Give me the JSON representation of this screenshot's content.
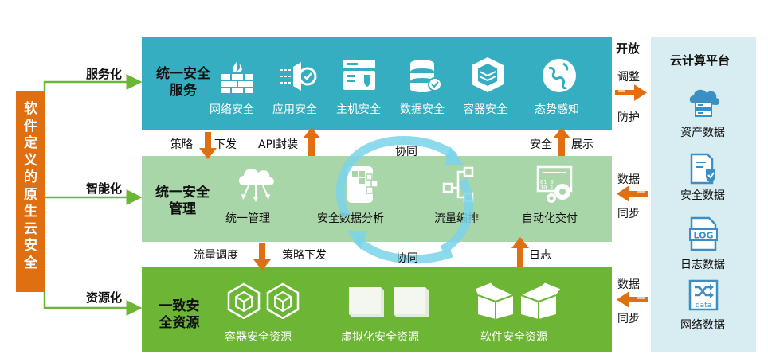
{
  "left": {
    "text": "软件定义的原生云安全"
  },
  "connectors": {
    "top": "服务化",
    "mid": "智能化",
    "bot": "资源化"
  },
  "top_band": {
    "title_line1": "统一安全",
    "title_line2": "服务",
    "items": [
      "网络安全",
      "应用安全",
      "主机安全",
      "数据安全",
      "容器安全",
      "态势感知"
    ]
  },
  "mid_band": {
    "title_line1": "统一安全",
    "title_line2": "管理",
    "items": [
      "统一管理",
      "安全数据分析",
      "流量编排",
      "自动化交付"
    ]
  },
  "bot_band": {
    "title_line1": "一致安",
    "title_line2": "全资源",
    "items": [
      "容器安全资源",
      "虚拟化安全资源",
      "软件安全资源"
    ]
  },
  "flows": {
    "strategy_label": "策略",
    "down_label": "下发",
    "api_label": "API封装",
    "collab_top": "协同",
    "collab_bottom": "协同",
    "safe_label": "安全",
    "show_label": "展示",
    "traffic_tune": "流量调度",
    "policy_down": "策略下发",
    "log_label": "日志"
  },
  "right": {
    "open_label": "开放",
    "adjust_label": "调整",
    "protect_label": "防护",
    "data_label_1": "数据",
    "sync_label_1": "同步",
    "data_label_2": "数据",
    "sync_label_2": "同步",
    "panel_title": "云计算平台",
    "items": [
      "资产数据",
      "安全数据",
      "日志数据",
      "网络数据"
    ],
    "log_icon_text": "LOG",
    "net_icon_text": "data"
  },
  "colors": {
    "band_top": "#34aec0",
    "band_mid": "#a9d6a8",
    "band_bot": "#6cb535",
    "orange": "#e06f12",
    "right_panel": "#d8edf1",
    "icon_blue": "#3a8fc5"
  }
}
